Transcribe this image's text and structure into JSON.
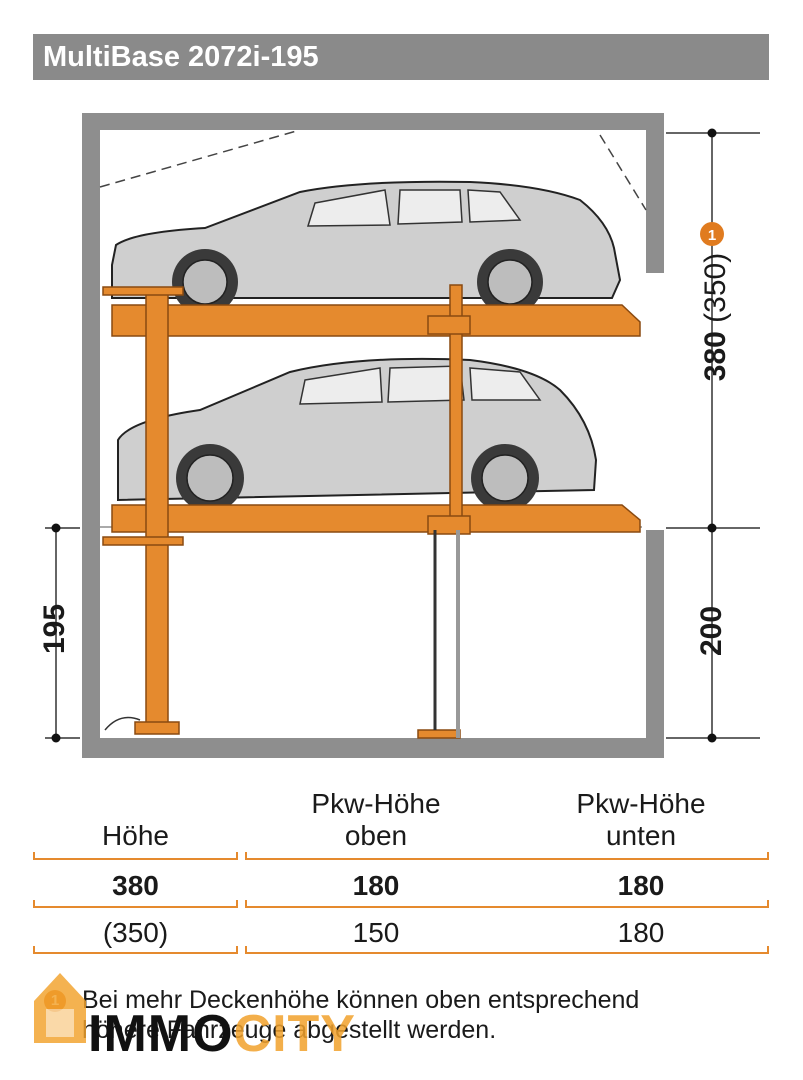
{
  "title": "MultiBase 2072i-195",
  "dimensions": {
    "total_height": "380",
    "total_height_alt": "(350)",
    "footnote_marker": "1",
    "pit_depth": "195",
    "lower_clearance": "200"
  },
  "table": {
    "headers": {
      "col1": "Höhe",
      "col2_line1": "Pkw-Höhe",
      "col2_line2": "oben",
      "col3_line1": "Pkw-Höhe",
      "col3_line2": "unten"
    },
    "rows": [
      {
        "hoehe": "380",
        "oben": "180",
        "unten": "180"
      },
      {
        "hoehe": "(350)",
        "oben": "150",
        "unten": "180"
      }
    ]
  },
  "footnote": {
    "marker": "1",
    "line1": "Bei mehr Deckenhöhe können oben entsprechend",
    "line2": "höhere Fahrzeuge abgestellt werden."
  },
  "watermark": {
    "part1": "IMMO",
    "part2": "CITY"
  },
  "colors": {
    "title_bar": "#8a8a8a",
    "steel_orange": "#e58a2e",
    "wall_gray": "#8e8e8e",
    "car_gray": "#c8c8c8"
  }
}
